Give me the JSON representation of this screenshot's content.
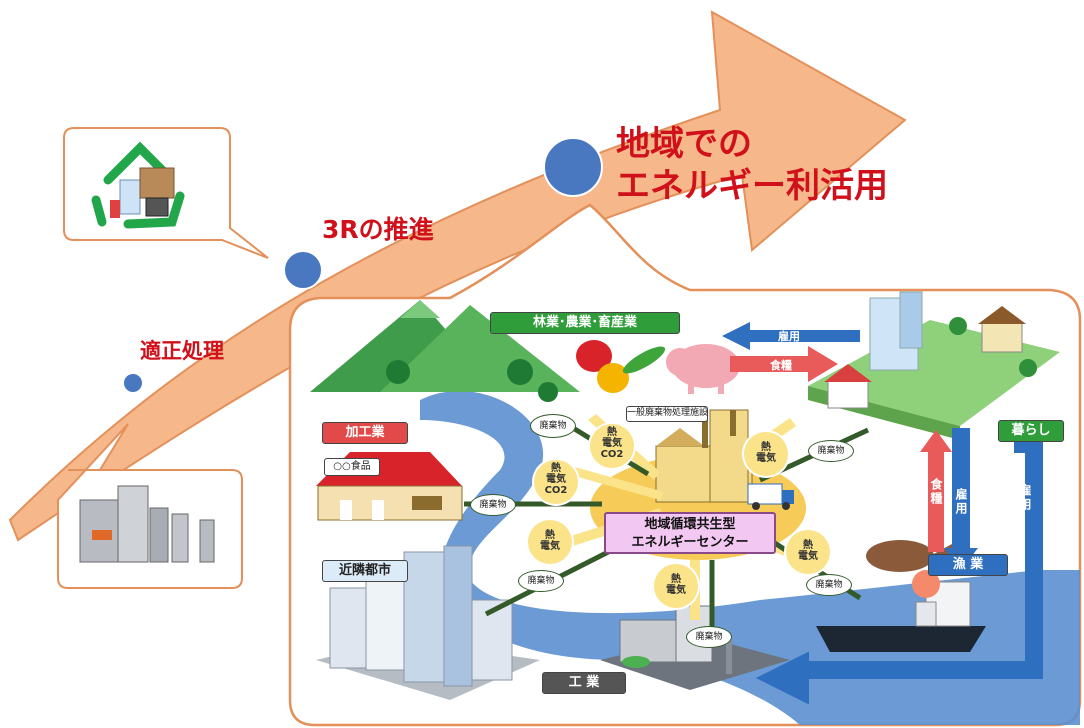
{
  "stages": {
    "stage1": "適正処理",
    "stage2": "3Rの推進",
    "stage3_line1": "地域での",
    "stage3_line2": "エネルギー利活用"
  },
  "sectors": {
    "forestry_agri": "林業･農業･畜産業",
    "processing": "加工業",
    "food_shop": "○○食品",
    "nearby_city": "近隣都市",
    "industry": "工 業",
    "living": "暮らし",
    "fishery": "漁 業"
  },
  "center": {
    "line1": "地域循環共生型",
    "line2": "エネルギーセンター",
    "facility": "一般廃棄物処理施設"
  },
  "flows": {
    "employment": "雇用",
    "food": "食糧",
    "food_vertical": "食糧",
    "employment_vertical1": "雇用",
    "employment_vertical2": "雇用",
    "waste": "廃棄物",
    "heat_electric_co2": "熱\n電気\nCO2",
    "heat_electric": "熱\n電気"
  },
  "colors": {
    "title_red": "#d0101a",
    "arrow_fill": "#f6b88a",
    "arrow_edge": "#e3905a",
    "dot_blue": "#4a78c0",
    "tag_green": "#2e9d3a",
    "tag_red": "#e24a4a",
    "tag_blue": "#2e6fc0",
    "tag_gray": "#555555",
    "center_pink": "#f2c7f2",
    "energy_yellow": "#fbe38a",
    "waste_arrow": "#345a2a",
    "river_blue": "#5b8fd0"
  },
  "icons": [
    "recycle-icon",
    "furnace-plant-icon",
    "mountain-icon",
    "factory-icon",
    "truck-icon",
    "city-buildings-icon",
    "ship-icon",
    "fish-icon",
    "pig-icon",
    "vegetables-icon",
    "houses-icon"
  ]
}
